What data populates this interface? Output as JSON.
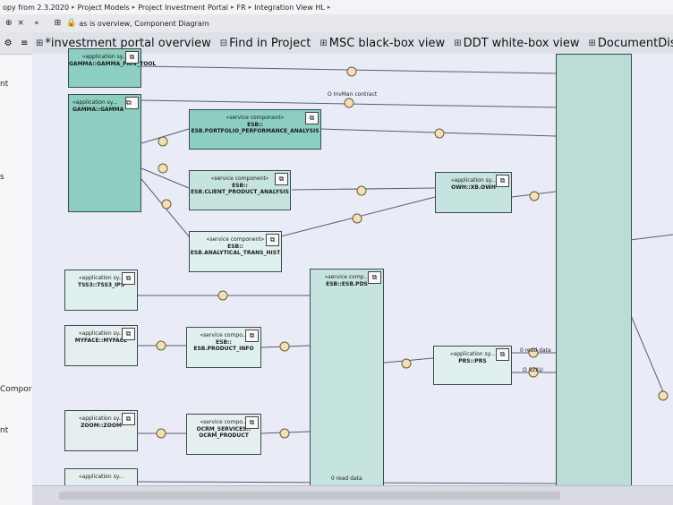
{
  "breadcrumb": {
    "items": [
      "opy from 2.3.2020",
      "Project Models",
      "Project Investment Portal",
      "FR",
      "Integration View HL"
    ]
  },
  "titlebar": {
    "close": "×",
    "title": "as is overview, Component Diagram"
  },
  "tabs": [
    {
      "label": "*investment portal overview"
    },
    {
      "label": "Find in Project"
    },
    {
      "label": "MSC black-box view"
    },
    {
      "label": "DDT white-box view"
    },
    {
      "label": "DocumentDistributi"
    }
  ],
  "left_panel": {
    "labels": [
      "nt",
      "s",
      "Compor",
      "nt"
    ]
  },
  "nodes": {
    "gamma_priv": {
      "stereotype": "«application sy...",
      "name": "GAMMA::GAMMA_PRIV_TOOL"
    },
    "gamma": {
      "stereotype": "«application sy...",
      "name": "GAMMA::GAMMA"
    },
    "ppa": {
      "stereotype": "«service component»",
      "name": "ESB:: ESB.PORTFOLIO_PERFORMANCE_ANALYSIS"
    },
    "cpa": {
      "stereotype": "«service component»",
      "name": "ESB:: ESB.CLIENT_PRODUCT_ANALYSIS"
    },
    "owh": {
      "stereotype": "«application sy...",
      "name": "OWH::XB.OWH"
    },
    "ath": {
      "stereotype": "«service component»",
      "name": "ESB:: ESB.ANALYTICAL_TRANS_HIST"
    },
    "tss3": {
      "stereotype": "«application sy...",
      "name": "TSS3::TSS3_IPS"
    },
    "pds": {
      "stereotype": "«service comp...",
      "name": "ESB::ESB.PDS"
    },
    "myface": {
      "stereotype": "«application sy...",
      "name": "MYFACE::MYFACE"
    },
    "pinfo": {
      "stereotype": "«service compo...",
      "name": "ESB:: ESB.PRODUCT_INFO"
    },
    "prs": {
      "stereotype": "«application sy...",
      "name": "PRS::PRS"
    },
    "zoom": {
      "stereotype": "«application sy...",
      "name": "ZOOM::ZOOM"
    },
    "ocrm": {
      "stereotype": "«service compo...",
      "name": "OCRM_SERVICES:: OCRM_PRODUCT"
    },
    "bottom_app": {
      "stereotype": "«application sy...",
      "name": ""
    }
  },
  "interfaces": {
    "invman": "O InvMan contract",
    "read_data_1": "0 read data",
    "szku": "O SZKU",
    "read_data_2": "0 read data"
  }
}
